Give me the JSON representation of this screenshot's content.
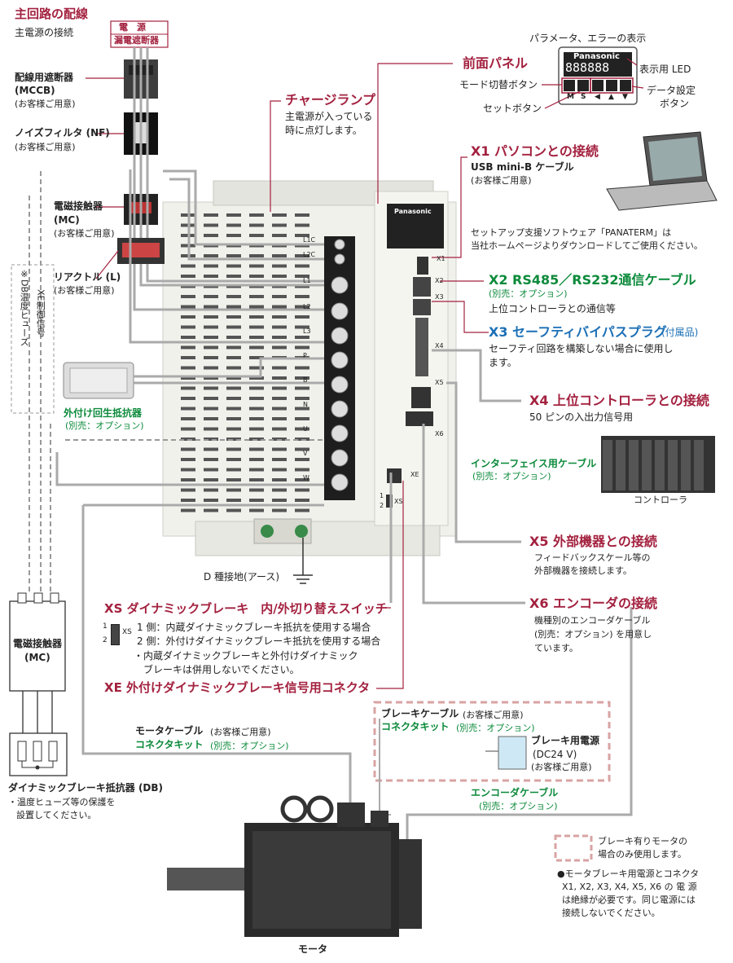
{
  "main_circuit": {
    "title": "主回路の配線",
    "subtitle": "主電源の接続"
  },
  "power": {
    "line1": "電　源",
    "line2": "漏電遮断器"
  },
  "mccb": {
    "name": "配線用遮断器",
    "abbr": "(MCCB)",
    "note": "(お客様ご用意)"
  },
  "nf": {
    "name": "ノイズフィルタ (NF)",
    "note": "(お客様ご用意)"
  },
  "mc_top": {
    "name": "電磁接触器",
    "abbr": "(MC)",
    "note": "(お客様ご用意)"
  },
  "reactor": {
    "name": "リアクトル (L)",
    "note": "(お客様ご用意)"
  },
  "regen": {
    "name": "外付け回生抵抗器",
    "note": "(別売：オプション)"
  },
  "vertical_labels": {
    "db_fuse": "※DB温度ヒューズ",
    "xe_signal": "XE制御信号"
  },
  "display": {
    "caption": "パラメータ、エラーの表示",
    "brand": "Panasonic",
    "led_label": "表示用 LED",
    "mode_btn": "モード切替ボタン",
    "data_btn_1": "データ設定",
    "data_btn_2": "ボタン",
    "set_btn": "セットボタン",
    "m": "M",
    "s": "S",
    "left": "◀",
    "up": "▲",
    "down": "▼"
  },
  "front_panel": {
    "title": "前面パネル"
  },
  "charge_lamp": {
    "title": "チャージランプ",
    "desc1": "主電源が入っている",
    "desc2": "時に点灯します。"
  },
  "x1": {
    "title": "X1 パソコンとの接続",
    "cable": "USB mini-B ケーブル",
    "note": "(お客様ご用意)",
    "soft1": "セットアップ支援ソフトウェア「PANATERM」は",
    "soft2": "当社ホームページよりダウンロードしてご使用ください。"
  },
  "x2": {
    "title": "X2 RS485／RS232通信ケーブル",
    "note": "(別売：オプション)",
    "desc": "上位コントローラとの通信等"
  },
  "x3": {
    "title": "X3 セーフティバイパスプラグ",
    "note": "(付属品)",
    "desc1": "セーフティ回路を構築しない場合に使用し",
    "desc2": "ます。"
  },
  "x4": {
    "title": "X4 上位コントローラとの接続",
    "desc": "50 ピンの入出力信号用"
  },
  "interface_cable": {
    "name": "インターフェイス用ケーブル",
    "note": "(別売：オプション)"
  },
  "controller": {
    "name": "コントローラ"
  },
  "x5": {
    "title": "X5 外部機器との接続",
    "desc1": "フィードバックスケール等の",
    "desc2": "外部機器を接続します。"
  },
  "x6": {
    "title": "X6 エンコーダの接続",
    "desc1": "機種別のエンコーダケーブル",
    "desc2": "(別売：オプション) を用意し",
    "desc3": "ています。"
  },
  "drive": {
    "brand": "Panasonic",
    "terminals": [
      "L1C",
      "L2C",
      "L1",
      "L2",
      "L3",
      "P",
      "B",
      "N",
      "U",
      "V",
      "W"
    ],
    "ports": [
      "X1",
      "X2",
      "X3",
      "X4",
      "X5",
      "X6"
    ],
    "xe": "XE",
    "xs": "XS",
    "one": "1",
    "two": "2"
  },
  "ground": {
    "label": "D 種接地(アース)"
  },
  "xs_switch": {
    "title": "XS ダイナミックブレーキ　内/外切り替えスイッチ",
    "label": "XS",
    "one": "1",
    "two": "2",
    "l1": "1 側：内蔵ダイナミックブレーキ抵抗を使用する場合",
    "l2": "2 側：外付けダイナミックブレーキ抵抗を使用する場合",
    "l3": "・内蔵ダイナミックブレーキと外付けダイナミック",
    "l4": "ブレーキは併用しないでください。"
  },
  "xe_conn": {
    "title": "XE 外付けダイナミックブレーキ信号用コネクタ"
  },
  "mc_bottom": {
    "name": "電磁接触器",
    "abbr": "(MC)"
  },
  "db_resistor": {
    "name": "ダイナミックブレーキ抵抗器 (DB)",
    "note1": "・温度ヒューズ等の保護を",
    "note2": "設置してください。"
  },
  "motor_cable": {
    "name": "モータケーブル",
    "note": "(お客様ご用意)",
    "kit": "コネクタキット",
    "kit_note": "(別売：オプション)"
  },
  "brake_cable": {
    "name": "ブレーキケーブル",
    "note": "(お客様ご用意)",
    "kit": "コネクタキット",
    "kit_note": "(別売：オプション)"
  },
  "brake_power": {
    "name": "ブレーキ用電源",
    "spec": "(DC24 V)",
    "note": "(お客様ご用意)"
  },
  "encoder_cable": {
    "name": "エンコーダケーブル",
    "note": "(別売：オプション)"
  },
  "legend": {
    "l1": "ブレーキ有りモータの",
    "l2": "場合のみ使用します。"
  },
  "caution": {
    "l1": "●モータブレーキ用電源とコネクタ",
    "l2": "X1, X2, X3, X4, X5, X6 の 電 源",
    "l3": "は絶縁が必要です。同じ電源には",
    "l4": "接続しないでください。"
  },
  "motor": {
    "name": "モータ"
  },
  "colors": {
    "accent_red": "#a3213f",
    "accent_blue": "#1b6fb6",
    "accent_green": "#0b8a3a",
    "dashed_pink": "#d9a3a3"
  }
}
